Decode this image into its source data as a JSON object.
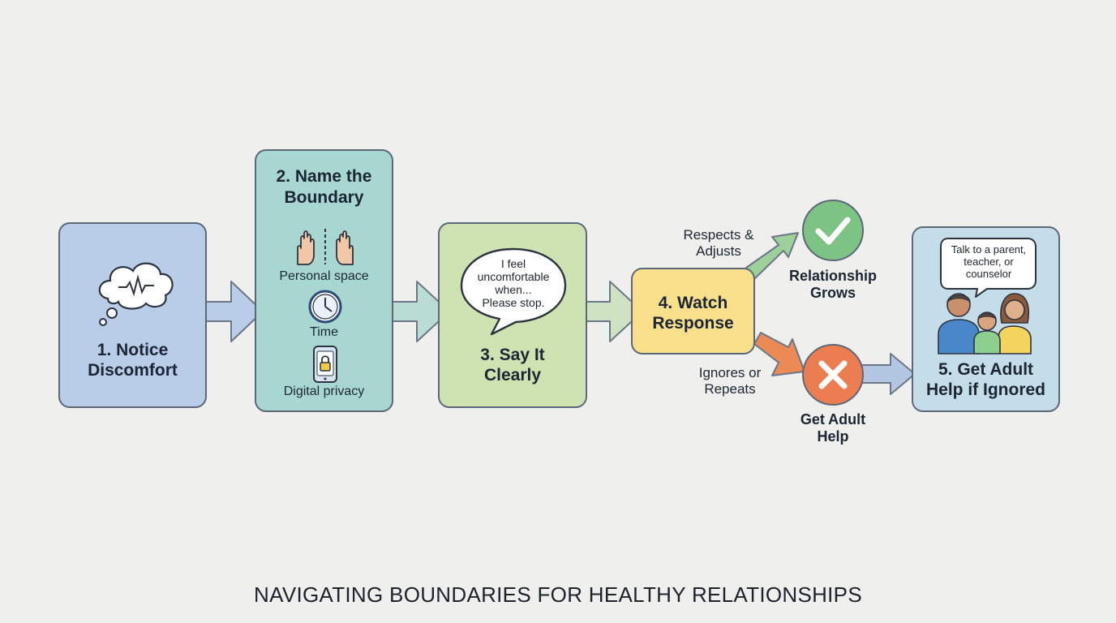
{
  "steps": [
    {
      "title_line1": "1. Notice",
      "title_line2": "Discomfort"
    },
    {
      "title_line1": "2. Name the",
      "title_line2": "Boundary",
      "examples": [
        {
          "label": "Personal space",
          "icon": "hands-divider-icon"
        },
        {
          "label": "Time",
          "icon": "clock-icon"
        },
        {
          "label": "Digital privacy",
          "icon": "locked-phone-icon"
        }
      ]
    },
    {
      "title_line1": "3. Say It",
      "title_line2": "Clearly",
      "speech": {
        "line1": "I feel",
        "line2": "uncomfortable",
        "line3": "when...",
        "line4": "Please stop."
      }
    },
    {
      "title_line1": "4. Watch",
      "title_line2": "Response"
    },
    {
      "title_line1": "5. Get Adult",
      "title_line2": "Help if Ignored",
      "speech": {
        "line1": "Talk to a parent,",
        "line2": "teacher, or",
        "line3": "counselor"
      }
    }
  ],
  "branches": {
    "positive": {
      "condition_line1": "Respects &",
      "condition_line2": "Adjusts",
      "outcome_line1": "Relationship",
      "outcome_line2": "Grows",
      "icon": "checkmark-icon",
      "color": "#7dc383"
    },
    "negative": {
      "condition_line1": "Ignores or",
      "condition_line2": "Repeats",
      "outcome_line1": "Get Adult",
      "outcome_line2": "Help",
      "icon": "x-mark-icon",
      "color": "#ec7d50"
    }
  },
  "title": "NAVIGATING BOUNDARIES FOR HEALTHY RELATIONSHIPS"
}
